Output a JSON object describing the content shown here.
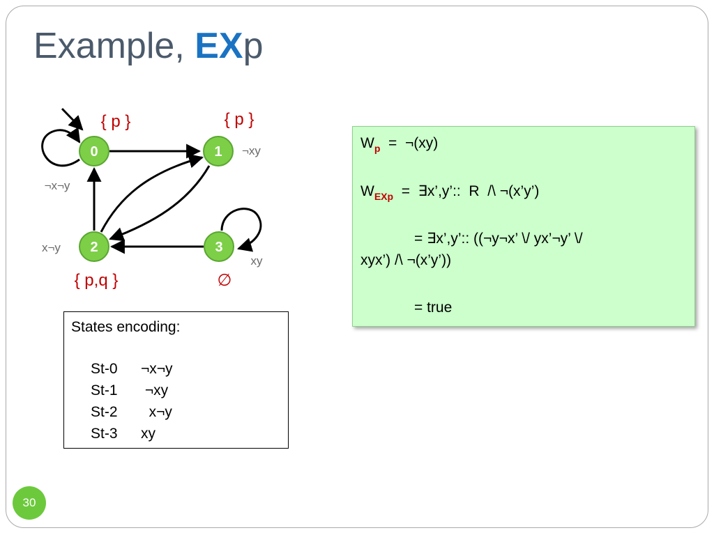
{
  "title": {
    "prefix": "Example, ",
    "highlight": "EX",
    "suffix": "p"
  },
  "graph": {
    "nodes": [
      {
        "id": "0",
        "label": "0"
      },
      {
        "id": "1",
        "label": "1"
      },
      {
        "id": "2",
        "label": "2"
      },
      {
        "id": "3",
        "label": "3"
      }
    ],
    "labels": {
      "s0_props": "{ p }",
      "s1_props": "{ p }",
      "s2_props": "{ p,q }",
      "s3_props": "∅",
      "s0_enc": "¬x¬y",
      "s1_enc": "¬xy",
      "s2_enc": "x¬y",
      "s3_enc": "xy"
    }
  },
  "encoding": {
    "heading": "States encoding:",
    "rows": [
      {
        "state": "St-0",
        "code": "¬x¬y"
      },
      {
        "state": "St-1",
        "code": " ¬xy"
      },
      {
        "state": "St-2",
        "code": "  x¬y"
      },
      {
        "state": "St-3",
        "code": "xy"
      }
    ]
  },
  "formula": {
    "line1_w": "W",
    "line1_sub": "p",
    "line1_rest": "  =  ¬(xy)",
    "line2_w": "W",
    "line2_sub": "EXp",
    "line2_rest": "  =  ∃x’,y’::  R  /\\ ¬(x’y’)",
    "line3": "= ∃x’,y’:: ((¬y¬x’   \\/   yx’¬y’  \\/",
    "line4": "xyx’)  /\\ ¬(x’y’))",
    "line5": "= true"
  },
  "page_number": "30",
  "colors": {
    "node_fill": "#7dcf47",
    "node_stroke": "#5aa632",
    "title_text": "#4b5a6b",
    "title_highlight": "#1a73c2",
    "red": "#c00000",
    "formula_bg": "#ccffcc",
    "page_badge": "#6cc93c"
  }
}
